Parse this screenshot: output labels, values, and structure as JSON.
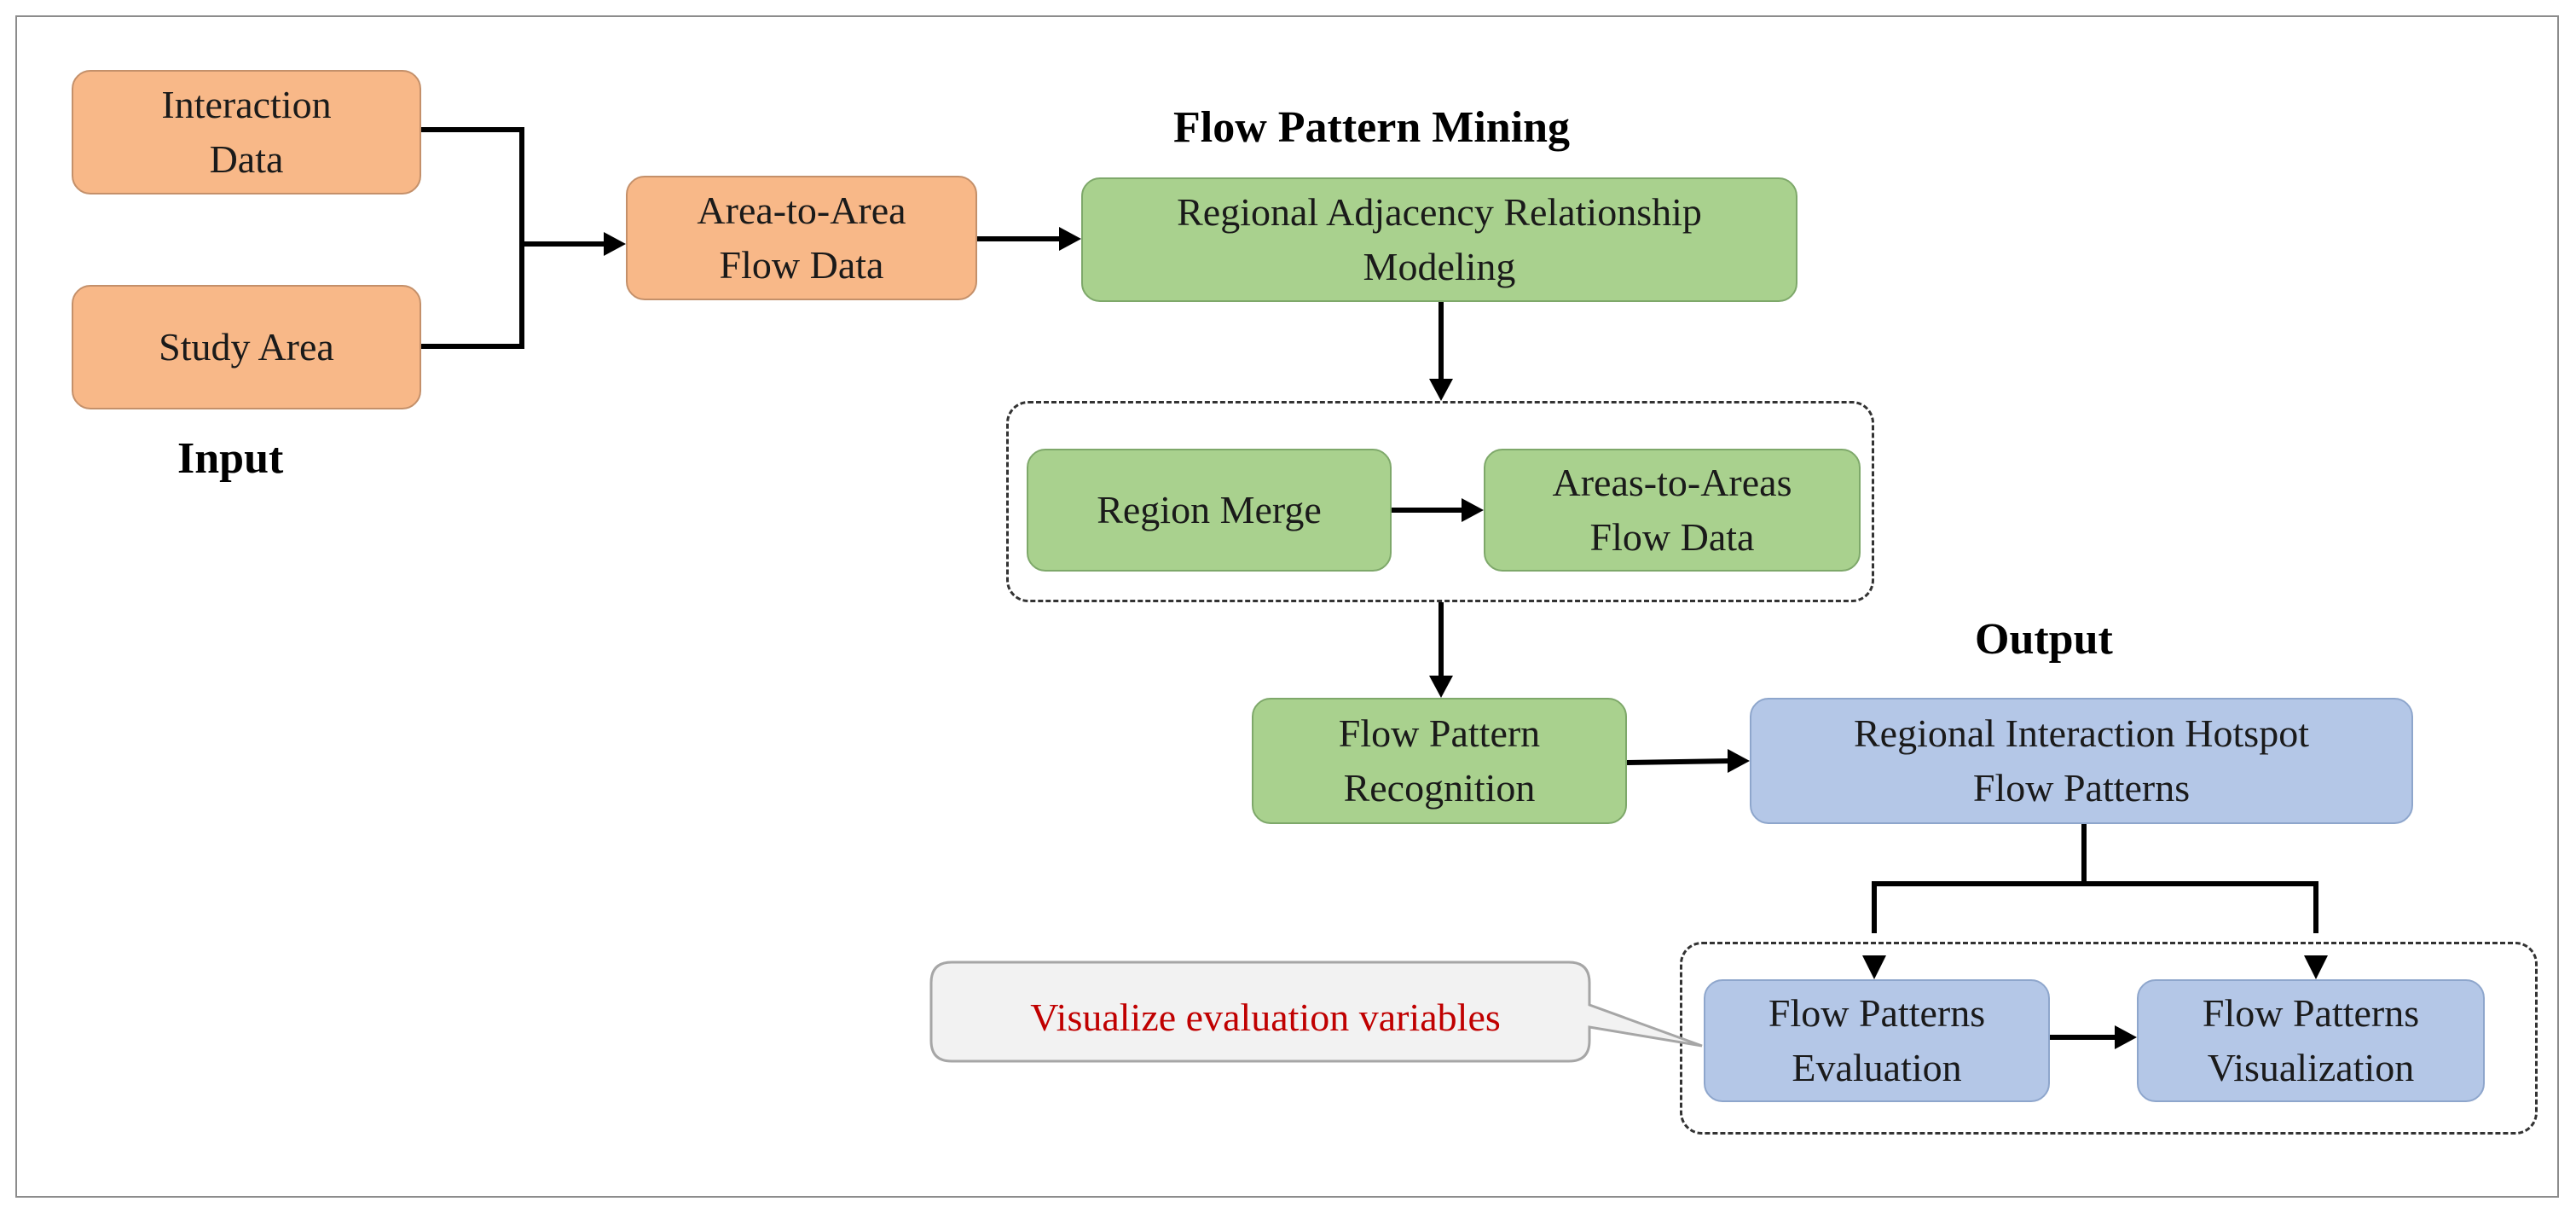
{
  "colors": {
    "input_fill": "#f8b888",
    "mining_fill": "#a9d18e",
    "output_fill": "#b4c7e7",
    "callout_text": "#c00000",
    "callout_fill": "#f2f2f2"
  },
  "headings": {
    "mining": "Flow Pattern Mining",
    "input": "Input",
    "output": "Output"
  },
  "nodes": {
    "interaction_data": {
      "line1": "Interaction",
      "line2": "Data"
    },
    "study_area": {
      "line1": "Study Area"
    },
    "area_flow": {
      "line1": "Area-to-Area",
      "line2": "Flow Data"
    },
    "adjacency": {
      "line1": "Regional Adjacency Relationship",
      "line2": "Modeling"
    },
    "region_merge": {
      "line1": "Region Merge"
    },
    "areas_flow": {
      "line1": "Areas-to-Areas",
      "line2": "Flow Data"
    },
    "recognition": {
      "line1": "Flow Pattern",
      "line2": "Recognition"
    },
    "hotspot": {
      "line1": "Regional Interaction Hotspot",
      "line2": "Flow Patterns"
    },
    "evaluation": {
      "line1": "Flow Patterns",
      "line2": "Evaluation"
    },
    "visualization": {
      "line1": "Flow Patterns",
      "line2": "Visualization"
    }
  },
  "callout": {
    "text": "Visualize evaluation variables"
  }
}
